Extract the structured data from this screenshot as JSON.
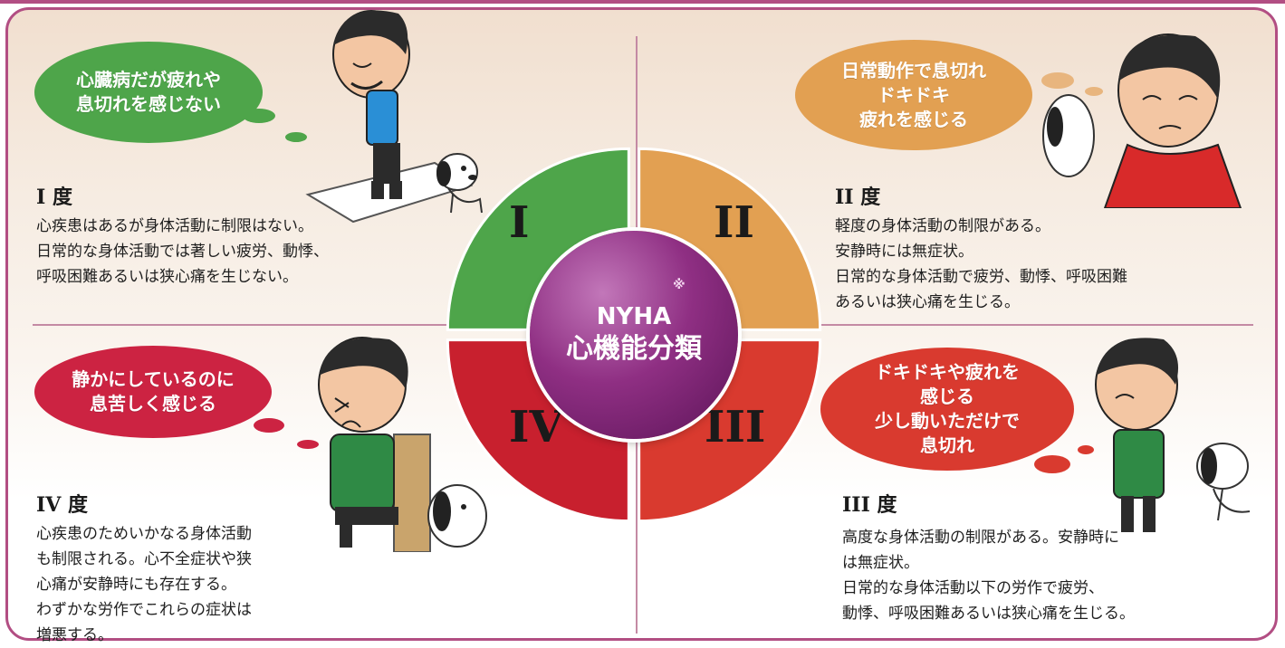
{
  "center": {
    "line1": "NYHA",
    "note": "※",
    "line2": "心機能分類"
  },
  "quadrants": [
    {
      "wheel_label": "I",
      "wheel_color": "#4ea54a",
      "bubble_text": "心臓病だが疲れや\n息切れを感じない",
      "bubble_color": "#4ea54a",
      "title": "I 度",
      "description": "心疾患はあるが身体活動に制限はない。\n日常的な身体活動では著しい疲労、動悸、\n呼吸困難あるいは狭心痛を生じない。"
    },
    {
      "wheel_label": "II",
      "wheel_color": "#e2a052",
      "bubble_text": "日常動作で息切れ\nドキドキ\n疲れを感じる",
      "bubble_color": "#e2a052",
      "title": "II 度",
      "description": "軽度の身体活動の制限がある。\n安静時には無症状。\n日常的な身体活動で疲労、動悸、呼吸困難\nあるいは狭心痛を生じる。"
    },
    {
      "wheel_label": "III",
      "wheel_color": "#d93a2f",
      "bubble_text": "ドキドキや疲れを\n感じる\n少し動いただけで\n息切れ",
      "bubble_color": "#d93a2f",
      "title": "III 度",
      "description": "高度な身体活動の制限がある。安静時に\nは無症状。\n日常的な身体活動以下の労作で疲労、\n動悸、呼吸困難あるいは狭心痛を生じる。"
    },
    {
      "wheel_label": "IV",
      "wheel_color": "#c8202e",
      "bubble_text": "静かにしているのに\n息苦しく感じる",
      "bubble_color": "#cc2342",
      "title": "IV 度",
      "description": "心疾患のためいかなる身体活動\nも制限される。心不全症状や狭\n心痛が安静時にも存在する。\nわずかな労作でこれらの症状は\n増悪する。"
    }
  ],
  "colors": {
    "frame_border": "#b24e83",
    "center_disc": "#8f2f83"
  }
}
